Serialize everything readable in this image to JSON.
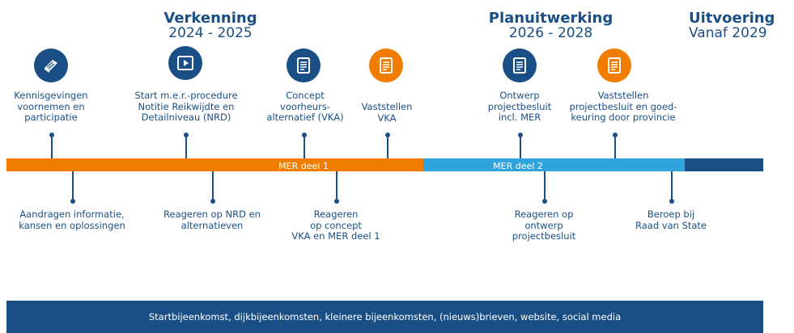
{
  "colors": {
    "navy": "#1a4f86",
    "orange": "#f07d00",
    "lightblue": "#2ea3dc",
    "darkblue": "#1a4f86"
  },
  "phases": [
    {
      "name": "Verkenning",
      "years": "2024 - 2025"
    },
    {
      "name": "Planuitwerking",
      "years": "2026 - 2028"
    },
    {
      "name": "Uitvoering",
      "years": "Vanaf 2029"
    }
  ],
  "milestones_top": [
    {
      "icon": "book-icon",
      "color": "navy",
      "label": "Kennisgevingen\nvoornemen en\nparticipatie"
    },
    {
      "icon": "play-icon",
      "color": "navy",
      "label": "Start m.e.r.-procedure\nNotitie Reikwijdte en\nDetailniveau (NRD)"
    },
    {
      "icon": "document-icon",
      "color": "navy",
      "label": "Concept\nvoorheurs-\nalternatief (VKA)"
    },
    {
      "icon": "document-icon",
      "color": "orange",
      "label": "Vaststellen\nVKA"
    },
    {
      "icon": "document-icon",
      "color": "navy",
      "label": "Ontwerp\nprojectbesluit\nincl. MER"
    },
    {
      "icon": "document-icon",
      "color": "orange",
      "label": "Vaststellen\nprojectbesluit en goed-\nkeuring door provincie"
    }
  ],
  "milestones_bottom": [
    {
      "label": "Aandragen informatie,\nkansen en oplossingen"
    },
    {
      "label": "Reageren op NRD en\nalternatieven"
    },
    {
      "label": "Reageren\nop concept\nVKA en MER deel 1"
    },
    {
      "label": "Reageren op\nontwerp\nprojectbesluit"
    },
    {
      "label": "Beroep bij\nRaad van State"
    }
  ],
  "bars": [
    {
      "label": "MER deel 1",
      "color": "orange"
    },
    {
      "label": "MER deel 2",
      "color": "lightblue"
    },
    {
      "label": "",
      "color": "darkblue"
    }
  ],
  "footer": "Startbijeenkomst, dijkbijeenkomsten, kleinere bijeenkomsten, (nieuws)brieven, website, social media"
}
